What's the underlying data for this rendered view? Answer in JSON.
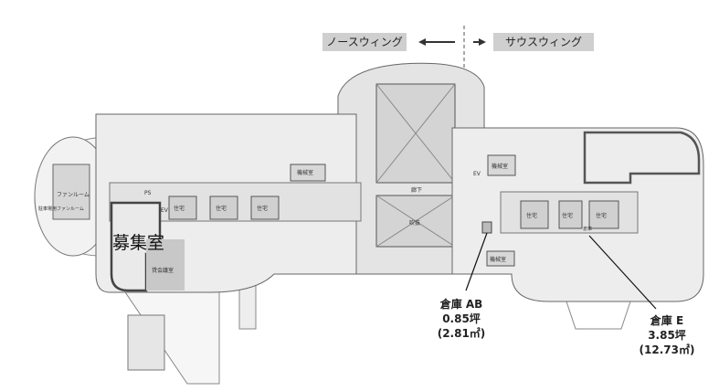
{
  "header": {
    "north_wing": "ノースウィング",
    "south_wing": "サウスウィング"
  },
  "rooms": {
    "recruit_room": "募集室",
    "rental_meeting_room": "貸会議室",
    "fan_room": "ファンルーム",
    "parking_fan_room": "駐車場用ファンルーム",
    "machine_room": "機械室",
    "corridor": "廊下",
    "atrium": "吹抜",
    "unit": "住宅",
    "storage": "倉庫",
    "ps": "PS",
    "ev": "EV"
  },
  "callouts": {
    "storage_ab": {
      "name": "倉庫 AB",
      "tsubo": "0.85坪",
      "sqm": "(2.81㎡)"
    },
    "storage_e": {
      "name": "倉庫 E",
      "tsubo": "3.85坪",
      "sqm": "(12.73㎡)"
    }
  },
  "colors": {
    "floor": "#ececec",
    "wall": "#555555",
    "highlight": "#c8c8c8"
  }
}
